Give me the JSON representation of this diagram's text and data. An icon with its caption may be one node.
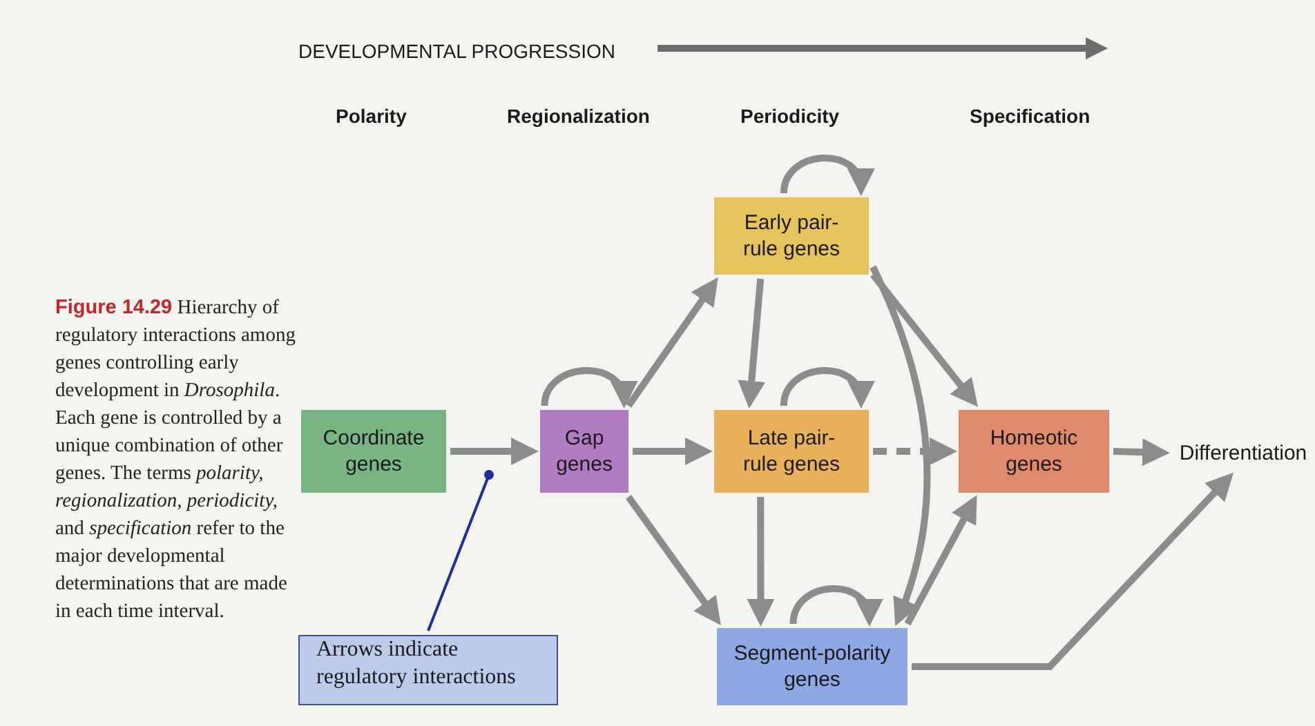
{
  "diagram": {
    "caption": "**Figure 14.29** Hierarchy of regulatory interactions among genes controlling early development in *Drosophila*. Each gene is controlled by a unique combination of other genes. The terms *polarity, regionalization, periodicity,* and *specification* refer to the major developmental determinations that are made in each time interval.",
    "nodes": [
      {
        "text": [
          "Coordinate genes"
        ]
      },
      {
        "text": [
          "Gap genes"
        ]
      },
      {
        "text": [
          "Early pair-rule genes"
        ]
      },
      {
        "text": [
          "Late pair-rule genes"
        ]
      },
      {
        "text": [
          "Homeotic genes"
        ]
      },
      {
        "text": [
          "Differentiation"
        ]
      },
      {
        "text": [
          "Segment-polarity genes"
        ]
      },
      {
        "text": [
          "Arrows indicate regulatory interactions"
        ]
      }
    ],
    "edges": [
      {
        "from": 0,
        "to": 1,
        "arrow": "to"
      },
      {
        "from": null,
        "to": 1,
        "arrow": "to"
      },
      {
        "from": 1,
        "to": 2,
        "arrow": "to"
      },
      {
        "from": 1,
        "to": 3,
        "arrow": "to"
      },
      {
        "from": 1,
        "to": 6,
        "arrow": "to"
      },
      {
        "from": null,
        "to": 2,
        "arrow": "to"
      },
      {
        "from": 2,
        "to": 3,
        "arrow": "to"
      },
      {
        "from": 2,
        "to": 4,
        "arrow": "to"
      },
      {
        "from": 2,
        "to": 6,
        "arrow": "to"
      },
      {
        "from": null,
        "to": 3,
        "arrow": "to"
      },
      {
        "from": 3,
        "to": 4,
        "arrow": "to",
        "style": "dashed"
      },
      {
        "from": 3,
        "to": 6,
        "arrow": "to"
      },
      {
        "from": null,
        "to": 6,
        "arrow": "to"
      },
      {
        "from": 6,
        "to": 4,
        "arrow": "to"
      },
      {
        "from": 4,
        "to": 5,
        "arrow": "to"
      },
      {
        "from": 6,
        "to": 5,
        "arrow": "to"
      },
      {
        "from": 7,
        "to": null,
        "arrow": "other",
        "color": "#1f2f9a"
      }
    ],
    "labels": [
      "DEVELOPMENTAL PROGRESSION",
      "Polarity",
      "Regionalization",
      "Periodicity",
      "Specification"
    ]
  }
}
